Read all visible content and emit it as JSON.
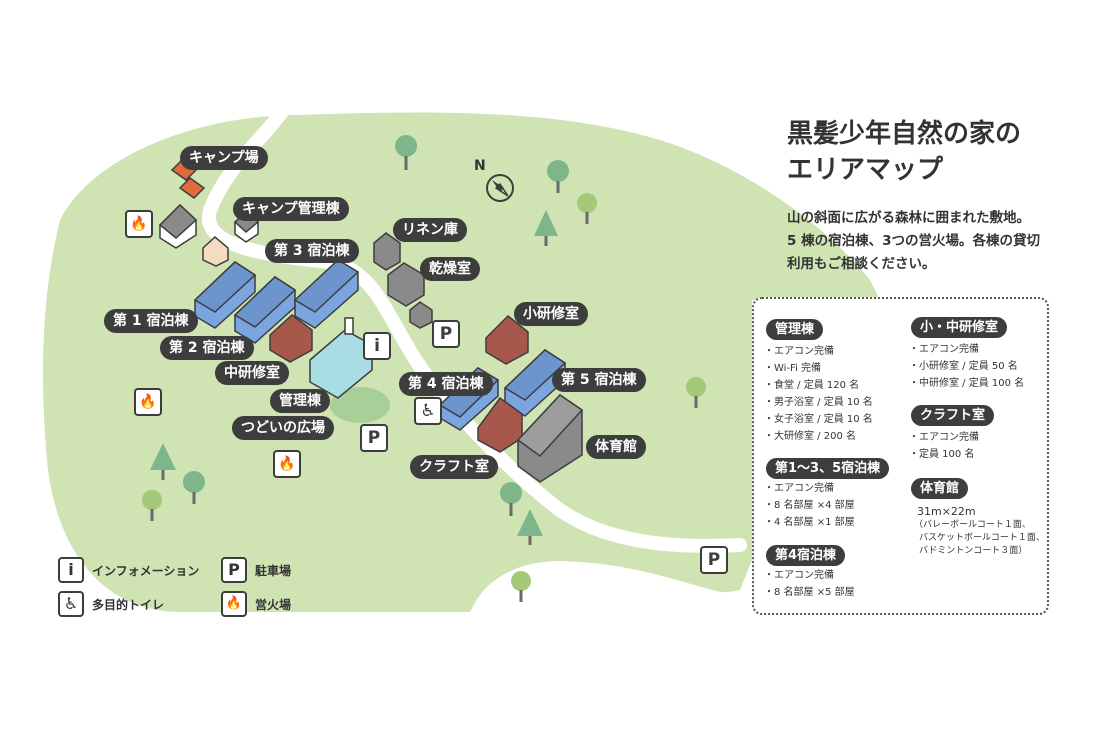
{
  "title": [
    "黒髪少年自然の家の",
    "エリアマップ"
  ],
  "description": [
    "山の斜面に広がる森林に囲まれた敷地。",
    "5 棟の宿泊棟、3つの営火場。各棟の貸切",
    "利用もご相談ください。"
  ],
  "compass_label": "N",
  "map_labels": {
    "camp": "キャンプ場",
    "camp_admin": "キャンプ管理棟",
    "dorm3": "第 3 宿泊棟",
    "linen": "リネン庫",
    "dry": "乾燥室",
    "dorm1": "第 1 宿泊棟",
    "dorm2": "第 2 宿泊棟",
    "small_study": "小研修室",
    "mid_study": "中研修室",
    "admin": "管理棟",
    "dorm4": "第 4 宿泊棟",
    "dorm5": "第 5 宿泊棟",
    "plaza": "つどいの広場",
    "gym": "体育館",
    "craft": "クラフト室"
  },
  "map_icons": {
    "info": "i",
    "parking": "P",
    "wheelchair": "♿",
    "fire": "🔥"
  },
  "legend": {
    "info": "インフォメーション",
    "parking": "駐車場",
    "toilet": "多目的トイレ",
    "fire": "営火場"
  },
  "panel": {
    "admin": {
      "label": "管理棟",
      "items": [
        "エアコン完備",
        "Wi-Fi 完備",
        "食堂 / 定員 120 名",
        "男子浴室 / 定員 10 名",
        "女子浴室 / 定員 10 名",
        "大研修室 / 200 名"
      ]
    },
    "dorms": {
      "label": "第1〜3、5宿泊棟",
      "items": [
        "エアコン完備",
        "8 名部屋 ×4 部屋",
        "4 名部屋 ×1 部屋"
      ]
    },
    "dorm4": {
      "label": "第4宿泊棟",
      "items": [
        "エアコン完備",
        "8 名部屋 ×5 部屋"
      ]
    },
    "study": {
      "label": "小・中研修室",
      "items": [
        "エアコン完備",
        "小研修室 / 定員 50 名",
        "中研修室 / 定員 100 名"
      ]
    },
    "craft": {
      "label": "クラフト室",
      "items": [
        "エアコン完備",
        "定員 100 名"
      ]
    },
    "gym": {
      "label": "体育館",
      "size": "31m×22m",
      "notes": [
        "（バレーボールコート１面、",
        "バスケットボールコート１面、",
        "バドミントンコート３面）"
      ]
    }
  },
  "colors": {
    "land": "#cfe3b3",
    "road": "#ffffff",
    "dorm_blue": "#7aa5df",
    "study_brown": "#a8584a",
    "gray": "#8a8a8a",
    "camp_orange": "#e06a3e",
    "admin_cyan": "#a9dde4",
    "label_bg": "#3d3d3d",
    "tree": "#7fb58a"
  }
}
